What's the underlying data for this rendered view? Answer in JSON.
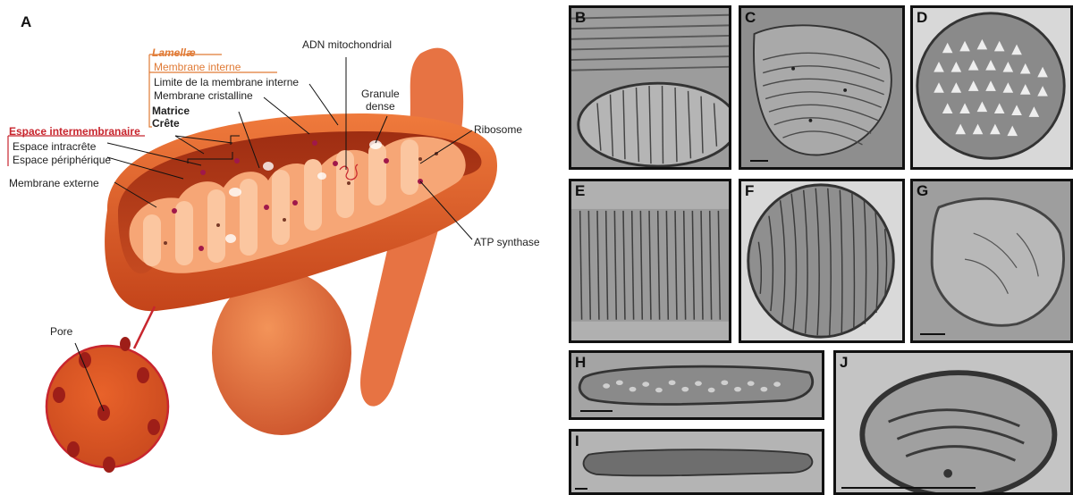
{
  "panel_a": {
    "letter": "A",
    "labels": {
      "lamellae": "Lamellæ",
      "membrane_interne": "Membrane interne",
      "limite_membrane_interne": "Limite de la membrane interne",
      "membrane_cristalline": "Membrane cristalline",
      "matrice": "Matrice",
      "crete": "Crête",
      "espace_intermembranaire": "Espace intermembranaire",
      "espace_intracrete": "Espace intracrête",
      "espace_peripherique": "Espace périphérique",
      "membrane_externe": "Membrane externe",
      "adn_mitochondrial": "ADN mitochondrial",
      "granule_dense": "Granule\ndense",
      "ribosome": "Ribosome",
      "atp_synthase": "ATP synthase",
      "pore": "Pore"
    },
    "colors": {
      "outer": "#e8622a",
      "outer_dark": "#c9461a",
      "inner": "#f5a070",
      "cristae": "#f6b48a",
      "accent_red": "#c8262e",
      "accent_orange": "#e07a35",
      "granule": "#a0184a"
    }
  },
  "micrographs": [
    {
      "letter": "B",
      "texture": "cristae-lamellar"
    },
    {
      "letter": "C",
      "texture": "cristae-curved"
    },
    {
      "letter": "D",
      "texture": "triangular-cristae"
    },
    {
      "letter": "E",
      "texture": "vertical-stripes"
    },
    {
      "letter": "F",
      "texture": "round-stripes"
    },
    {
      "letter": "G",
      "texture": "sparse-cristae"
    },
    {
      "letter": "H",
      "texture": "tubular-cristae"
    },
    {
      "letter": "I",
      "texture": "elongated"
    },
    {
      "letter": "J",
      "texture": "swollen"
    }
  ]
}
